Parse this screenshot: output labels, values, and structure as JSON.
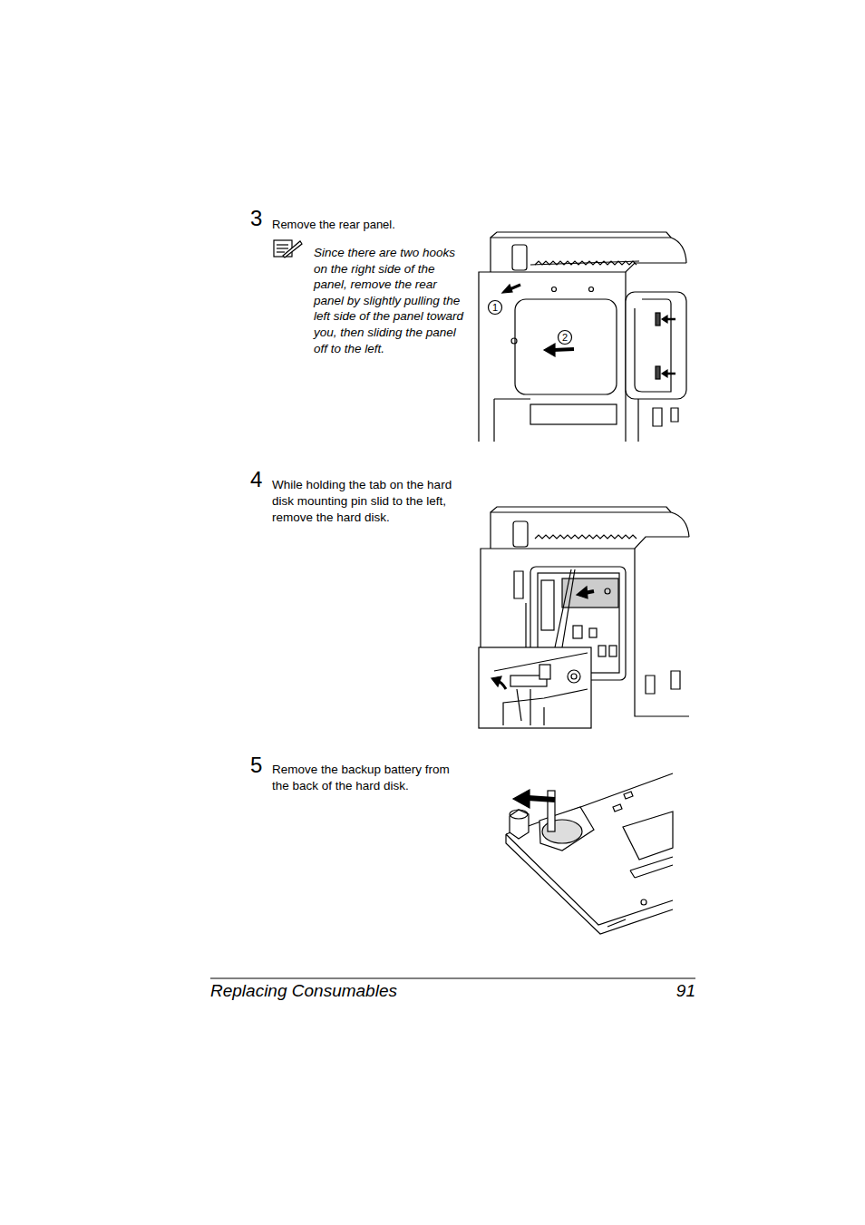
{
  "diagram": {
    "labels": [
      "3",
      "Remove the rear panel.",
      "Since there are two hooks on the right side of the panel, remove the rear panel by slightly pulling the left side of the panel toward you, then sliding the panel off to the left.",
      "1",
      "2",
      "4",
      "While holding the tab on the hard disk mounting pin slid to the left, remove the hard disk.",
      "5",
      "Remove the backup battery from the back of the hard disk.",
      "Replacing Consumables",
      "91"
    ]
  }
}
